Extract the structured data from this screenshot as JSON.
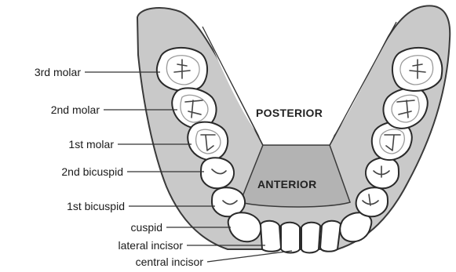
{
  "labels": {
    "third_molar": "3rd molar",
    "second_molar": "2nd molar",
    "first_molar": "1st molar",
    "second_bicuspid": "2nd bicuspid",
    "first_bicuspid": "1st bicuspid",
    "cuspid": "cuspid",
    "lateral_incisor": "lateral incisor",
    "central_incisor": "central incisor"
  },
  "regions": {
    "posterior": "POSTERIOR",
    "anterior": "ANTERIOR"
  },
  "colors": {
    "jaw_fill": "#c9c9c9",
    "jaw_outline": "#3a3a3a",
    "tongue_fill": "#b3b3b3",
    "tooth_fill": "#ffffff"
  }
}
